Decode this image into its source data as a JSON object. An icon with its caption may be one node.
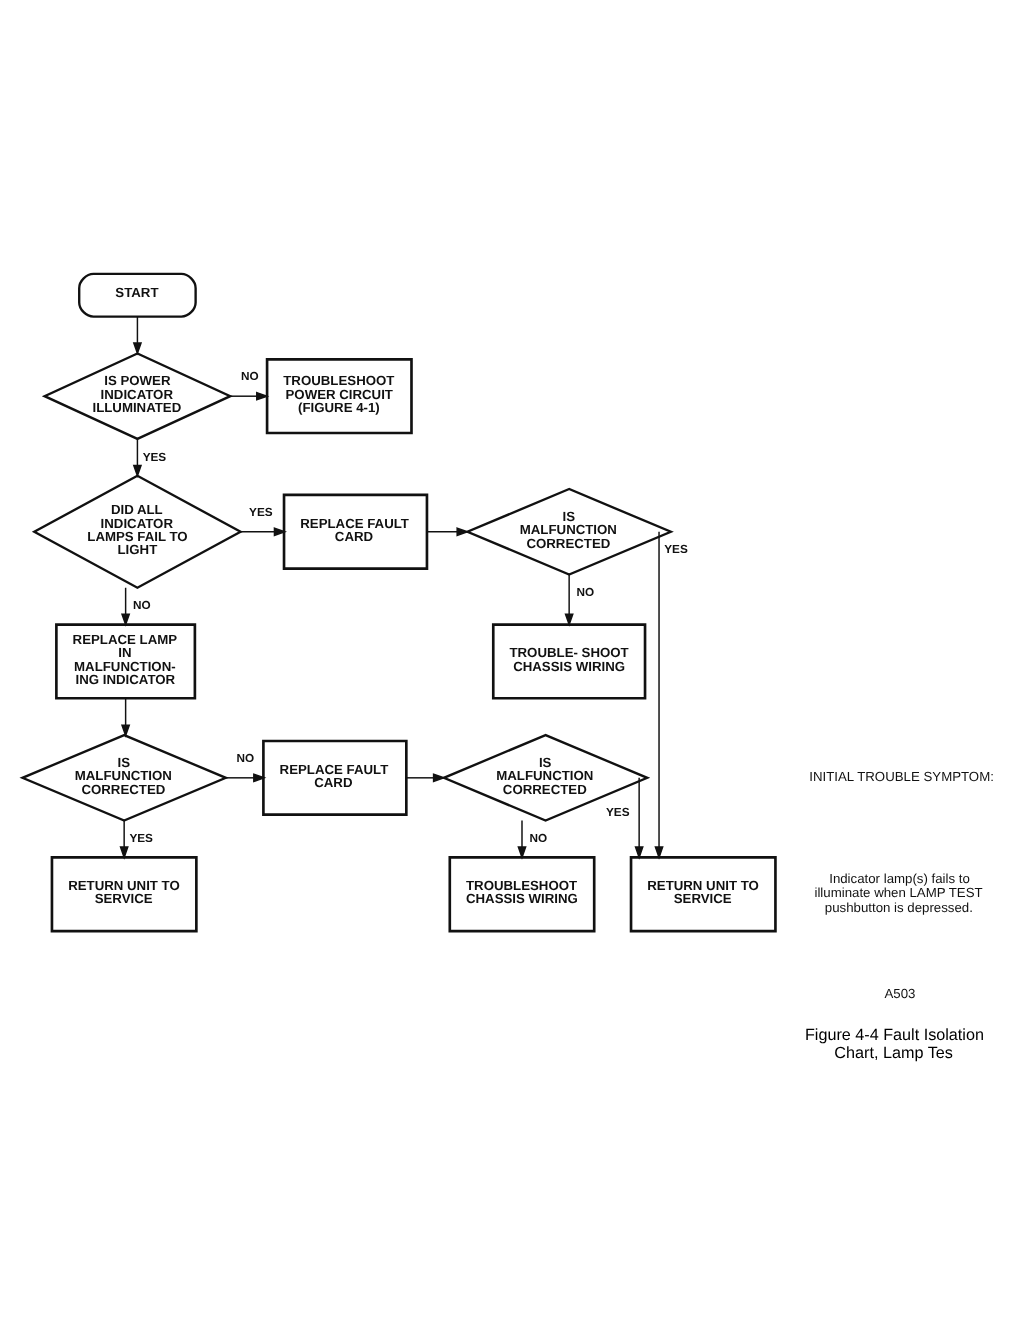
{
  "diagram": {
    "caption": "Figure 4-4 Fault Isolation Chart, Lamp Tes",
    "nodes": [
      {
        "text": [
          "START"
        ]
      },
      {
        "text": [
          "IS POWER INDICATOR ILLUMINATED"
        ]
      },
      {
        "text": [
          "TROUBLESHOOT POWER CIRCUIT (FIGURE 4-1)"
        ]
      },
      {
        "text": [
          "DID ALL INDICATOR LAMPS FAIL TO LIGHT"
        ]
      },
      {
        "text": [
          "REPLACE FAULT CARD"
        ]
      },
      {
        "text": [
          "IS MALFUNCTION CORRECTED"
        ]
      },
      {
        "text": [
          "TROUBLE- SHOOT CHASSIS WIRING"
        ]
      },
      {
        "text": [
          "REPLACE LAMP IN MALFUNCTION- ING INDICATOR"
        ]
      },
      {
        "text": [
          "IS MALFUNCTION CORRECTED"
        ]
      },
      {
        "text": [
          "REPLACE FAULT CARD"
        ]
      },
      {
        "text": [
          "IS MALFUNCTION CORRECTED"
        ]
      },
      {
        "text": [
          "RETURN UNIT TO SERVICE"
        ]
      },
      {
        "text": [
          "TROUBLESHOOT CHASSIS WIRING"
        ]
      },
      {
        "text": [
          "RETURN UNIT TO SERVICE"
        ]
      }
    ],
    "edges": [
      {
        "from": 0,
        "to": 1,
        "arrow": "to"
      },
      {
        "from": 1,
        "to": 2,
        "arrow": "to",
        "label": "NO"
      },
      {
        "from": 1,
        "to": 3,
        "arrow": "to",
        "label": "YES"
      },
      {
        "from": 3,
        "to": 4,
        "arrow": "to",
        "label": "YES"
      },
      {
        "from": 4,
        "to": 5,
        "arrow": "to"
      },
      {
        "from": 5,
        "to": 6,
        "arrow": "to",
        "label": "NO"
      },
      {
        "from": 5,
        "to": 13,
        "arrow": "to",
        "label": "YES"
      },
      {
        "from": 3,
        "to": 7,
        "arrow": "to",
        "label": "NO"
      },
      {
        "from": 7,
        "to": 8,
        "arrow": "to"
      },
      {
        "from": 8,
        "to": 9,
        "arrow": "to",
        "label": "NO"
      },
      {
        "from": 8,
        "to": 11,
        "arrow": "to",
        "label": "YES"
      },
      {
        "from": 9,
        "to": 10,
        "arrow": "to"
      },
      {
        "from": 10,
        "to": 12,
        "arrow": "to",
        "label": "NO"
      },
      {
        "from": 10,
        "to": 13,
        "arrow": "to",
        "label": "YES"
      }
    ],
    "labels": [
      "INITIAL TROUBLE SYMPTOM:",
      "Indicator lamp(s) fails to illuminate when LAMP TEST pushbutton is depressed.",
      "A503"
    ]
  }
}
